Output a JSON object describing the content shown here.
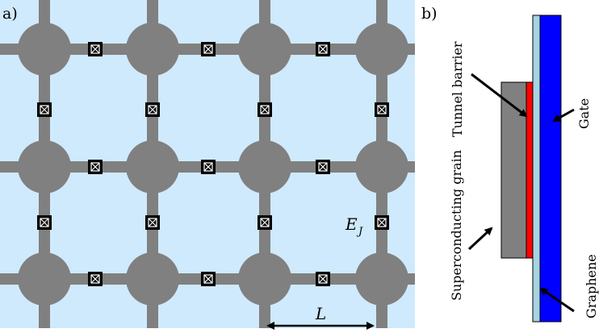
{
  "panel_a": {
    "label": "a)",
    "junction_label": "E",
    "junction_label_sub": "J",
    "spacing_label": "L",
    "colors": {
      "background": "#cfeafc",
      "grain": "#808080",
      "junction": "#000000"
    }
  },
  "panel_b": {
    "label": "b)",
    "layers": [
      {
        "name": "Superconducting grain",
        "color": "#808080"
      },
      {
        "name": "Tunnel barrier",
        "color": "#ff0000"
      },
      {
        "name": "Graphene",
        "color": "#a6d4e0"
      },
      {
        "name": "Gate",
        "color": "#0000ff"
      }
    ]
  }
}
